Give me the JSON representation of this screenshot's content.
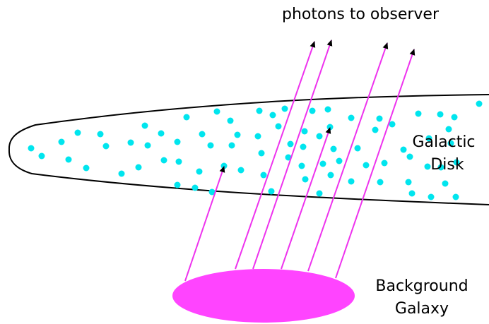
{
  "labels": {
    "top": "photons to observer",
    "disk_line1": "Galactic",
    "disk_line2": "Disk",
    "galaxy_line1": "Background",
    "galaxy_line2": "Galaxy"
  },
  "colors": {
    "disk_outline": "#000000",
    "dust": "#00e5ee",
    "photon": "#ee33ee",
    "background_galaxy": "#ff44ff",
    "text": "#000000"
  }
}
